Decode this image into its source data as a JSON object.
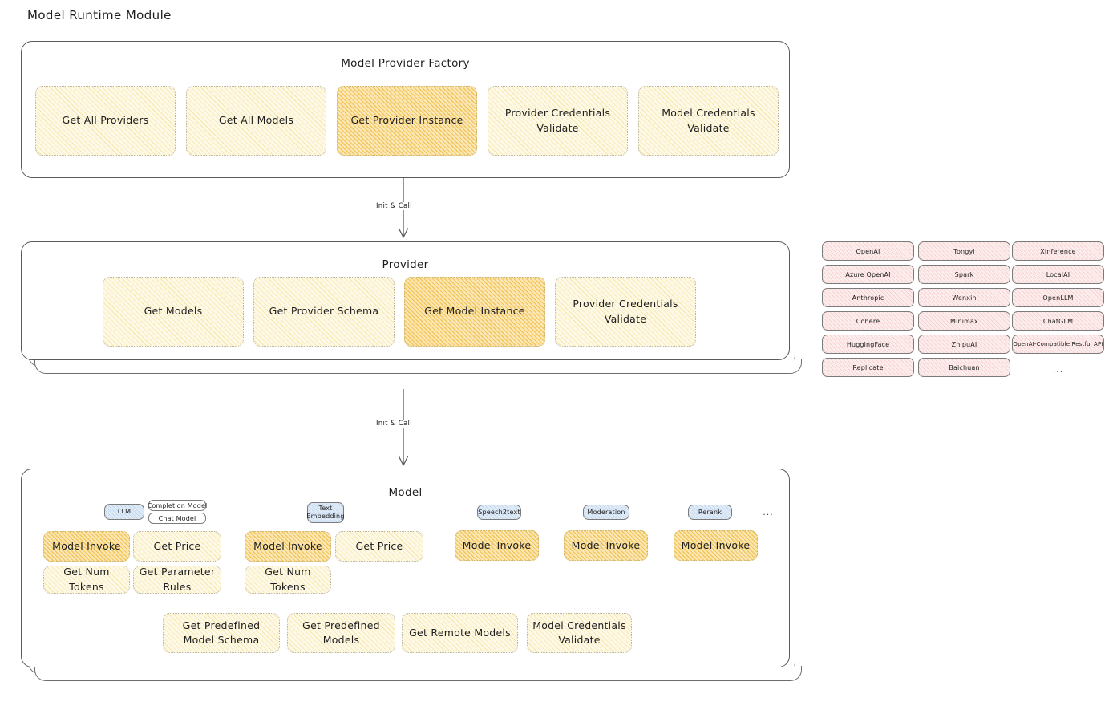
{
  "page": {
    "title": "Model Runtime Module"
  },
  "factory": {
    "title": "Model Provider Factory",
    "cards": [
      {
        "label": "Get All Providers",
        "style": "light"
      },
      {
        "label": "Get All Models",
        "style": "light"
      },
      {
        "label": "Get Provider Instance",
        "style": "strong"
      },
      {
        "label": "Provider Credentials Validate",
        "style": "light"
      },
      {
        "label": "Model Credentials Validate",
        "style": "light"
      }
    ]
  },
  "arrows": [
    {
      "label": "Init & Call"
    },
    {
      "label": "Init & Call"
    }
  ],
  "provider": {
    "title": "Provider",
    "cards": [
      {
        "label": "Get Models",
        "style": "light"
      },
      {
        "label": "Get Provider Schema",
        "style": "light"
      },
      {
        "label": "Get Model Instance",
        "style": "strong"
      },
      {
        "label": "Provider Credentials Validate",
        "style": "light"
      }
    ]
  },
  "provider_list": {
    "column1": [
      "OpenAI",
      "Azure OpenAI",
      "Anthropic",
      "Cohere",
      "HuggingFace",
      "Replicate"
    ],
    "column2": [
      "Tongyi",
      "Spark",
      "Wenxin",
      "Minimax",
      "ZhipuAI",
      "Baichuan"
    ],
    "column3": [
      "Xinference",
      "LocalAI",
      "OpenLLM",
      "ChatGLM",
      "OpenAI-Compatible Restful API"
    ],
    "more": "..."
  },
  "model": {
    "title": "Model",
    "more": "...",
    "types": [
      {
        "name": "LLM",
        "subtypes": [
          "Completion Model",
          "Chat Model"
        ],
        "cards": [
          {
            "label": "Model Invoke",
            "style": "strong"
          },
          {
            "label": "Get Price",
            "style": "light"
          },
          {
            "label": "Get Num Tokens",
            "style": "light"
          },
          {
            "label": "Get Parameter Rules",
            "style": "light"
          }
        ]
      },
      {
        "name": "Text Embedding",
        "subtypes": [],
        "cards": [
          {
            "label": "Model Invoke",
            "style": "strong"
          },
          {
            "label": "Get Price",
            "style": "light"
          },
          {
            "label": "Get Num Tokens",
            "style": "light"
          }
        ]
      },
      {
        "name": "Speech2text",
        "subtypes": [],
        "cards": [
          {
            "label": "Model Invoke",
            "style": "strong"
          }
        ]
      },
      {
        "name": "Moderation",
        "subtypes": [],
        "cards": [
          {
            "label": "Model Invoke",
            "style": "strong"
          }
        ]
      },
      {
        "name": "Rerank",
        "subtypes": [],
        "cards": [
          {
            "label": "Model Invoke",
            "style": "strong"
          }
        ]
      }
    ],
    "shared_cards": [
      {
        "label": "Get Predefined Model Schema",
        "style": "light"
      },
      {
        "label": "Get Predefined Models",
        "style": "light"
      },
      {
        "label": "Get Remote Models",
        "style": "light"
      },
      {
        "label": "Model Credentials Validate",
        "style": "light"
      }
    ]
  },
  "colors": {
    "card_light": "#fdf9e6",
    "card_strong": "#fbe7b6",
    "chip_blue": "#dfeaf7",
    "chip_pink": "#fdecec",
    "stroke": "#5b5b5b",
    "text": "#1e1e1e"
  }
}
